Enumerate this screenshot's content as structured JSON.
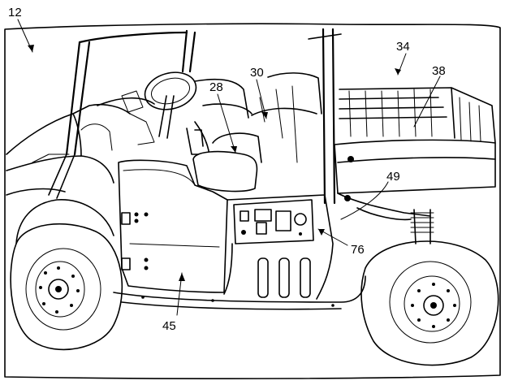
{
  "figure": {
    "reference_numerals": {
      "vehicle": "12",
      "cargo_box": "34",
      "cargo_bed": "38",
      "seat_back": "30",
      "seat_bottom": "28",
      "frame_member": "49",
      "control_panel": "76",
      "side_panel": "45"
    }
  }
}
